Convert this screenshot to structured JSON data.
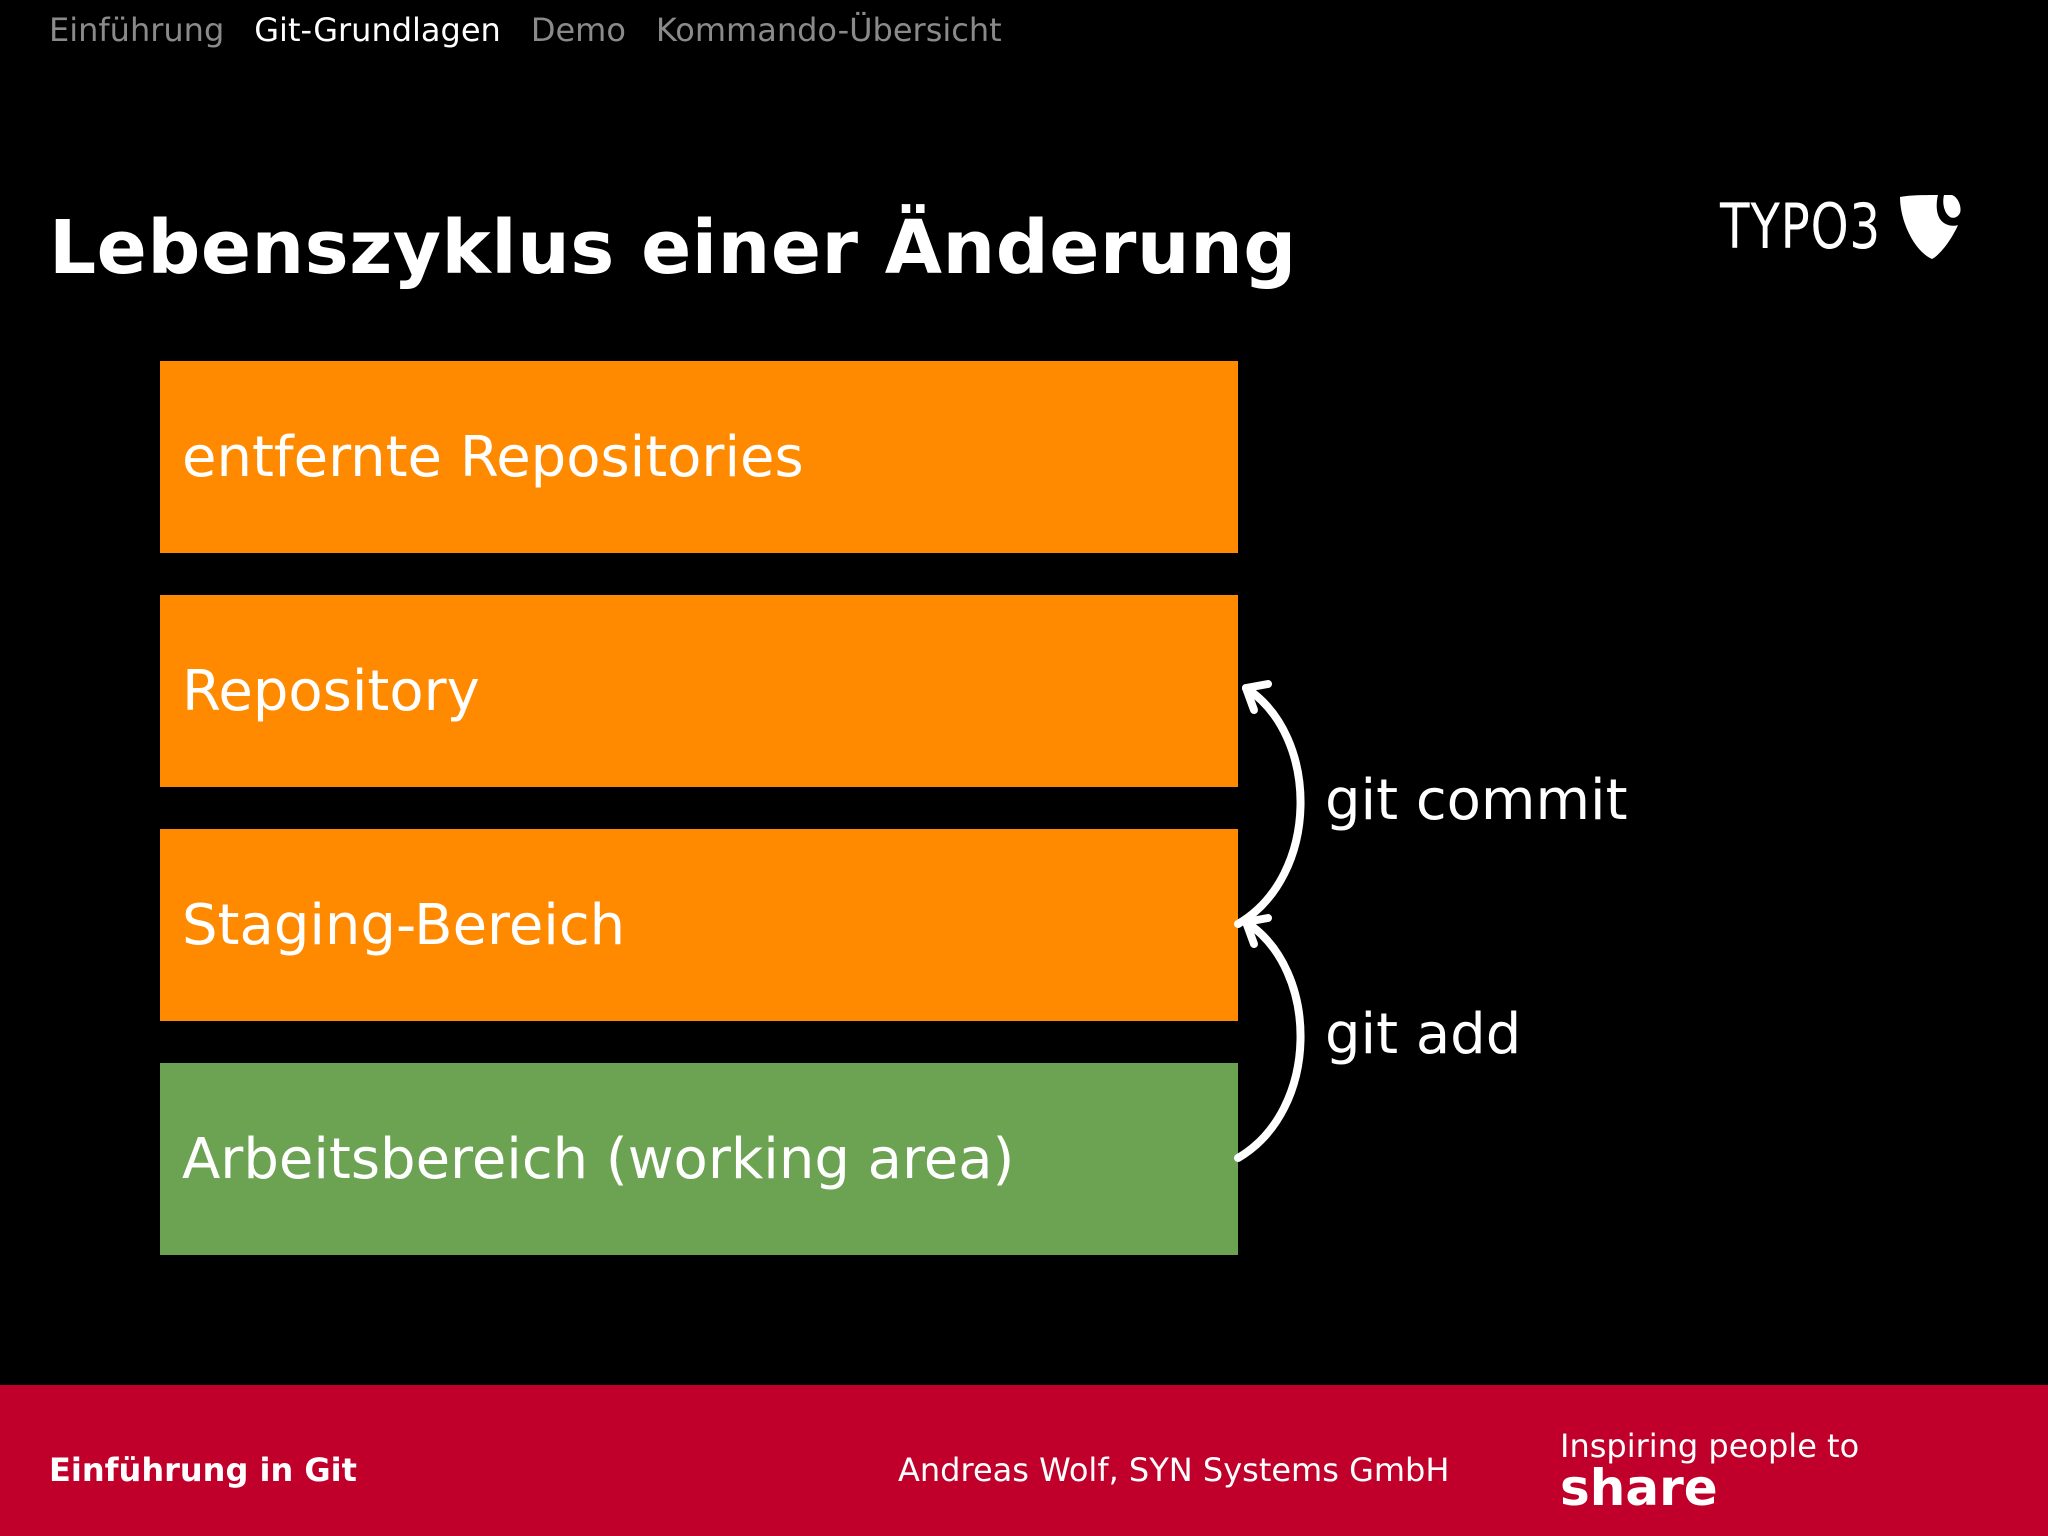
{
  "nav": {
    "items": [
      {
        "label": "Einführung",
        "active": false
      },
      {
        "label": "Git-Grundlagen",
        "active": true
      },
      {
        "label": "Demo",
        "active": false
      },
      {
        "label": "Kommando-Übersicht",
        "active": false
      }
    ]
  },
  "slide": {
    "title": "Lebenszyklus einer Änderung"
  },
  "logo": {
    "text": "TYPO3",
    "icon": "typo3-logo-icon"
  },
  "layers": [
    {
      "label": "entfernte Repositories",
      "color": "#ff8a00"
    },
    {
      "label": "Repository",
      "color": "#ff8a00"
    },
    {
      "label": "Staging-Bereich",
      "color": "#ff8a00"
    },
    {
      "label": "Arbeitsbereich (working area)",
      "color": "#6ca352"
    }
  ],
  "commands": {
    "commit": "git commit",
    "add": "git add"
  },
  "footer": {
    "title": "Einführung in Git",
    "author": "Andreas Wolf, SYN Systems GmbH",
    "tagline_line1": "Inspiring people to",
    "tagline_line2": "share",
    "color": "#c0002a"
  }
}
